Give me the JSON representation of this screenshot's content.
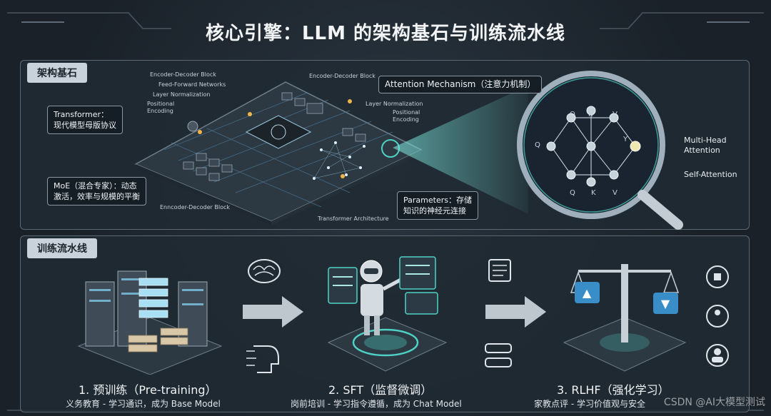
{
  "title": "核心引擎：LLM 的架构基石与训练流水线",
  "architecture": {
    "section_label": "架构基石",
    "transformer_box": [
      "Transformer：",
      "现代模型母版协议"
    ],
    "moe_box": [
      "MoE（混合专家）：动态",
      "激活，效率与规模的平衡"
    ],
    "attention_box": "Attention Mechanism（注意力机制）",
    "parameters_box": [
      "Parameters：存储",
      "知识的神经元连接"
    ],
    "board_labels": {
      "enc_dec_1": "Encoder-Decoder Block",
      "ffn": "Feed-Forward Networks",
      "layer_norm_1": "Layer Normalization",
      "pos_enc_1": "Positional",
      "pos_enc_1b": "Encoding",
      "enc_dec_2": "Encoder-Decoder Block",
      "layer_norm_2": "Layer Normalization",
      "pos_enc_2": "Positional",
      "pos_enc_2b": "Encoding",
      "enc_dec_3": "Enncoder-Decoder Block",
      "transformer_arch": "Transformer Architecture"
    },
    "magnifier": {
      "nodes": [
        "Q",
        "K",
        "V",
        "Q",
        "Y",
        "Q",
        "K",
        "V"
      ],
      "multi_head": [
        "Multi-Head",
        "Attention"
      ],
      "self_attention": "Self-Attention"
    }
  },
  "pipeline": {
    "section_label": "训练流水线",
    "stages": [
      {
        "title": "1. 预训练（Pre-training）",
        "subtitle": "义务教育 - 学习通识，成为 Base Model"
      },
      {
        "title": "2. SFT（监督微调）",
        "subtitle": "岗前培训 - 学习指令遵循，成为 Chat Model"
      },
      {
        "title": "3. RLHF（强化学习）",
        "subtitle": "家教点评 - 学习价值观与安全"
      }
    ]
  },
  "watermark": "CSDN @AI大模型测试",
  "colors": {
    "accent": "#4fd1c5",
    "glow": "#7fe9e0",
    "background": "#1b232b"
  }
}
